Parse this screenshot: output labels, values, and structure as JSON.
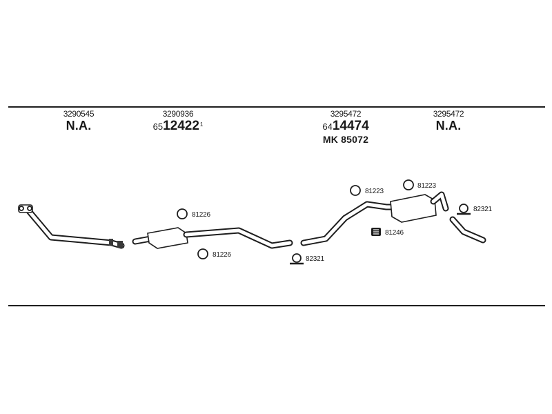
{
  "columns": [
    {
      "id": "c1",
      "number": "3290545",
      "status": "N.A."
    },
    {
      "id": "c2",
      "number": "3290936",
      "code_prefix": "65",
      "code_main": "12422",
      "code_suffix": "1"
    },
    {
      "id": "c3",
      "number": "3295472",
      "code_prefix": "64",
      "code_main": "14474",
      "mk": "MK 85072"
    },
    {
      "id": "c4",
      "number": "3295472",
      "status": "N.A."
    }
  ],
  "parts": {
    "p1": "81226",
    "p2": "81226",
    "p3": "81223",
    "p4": "81223",
    "p5": "82321",
    "p6": "81246",
    "p7": "82321"
  },
  "colors": {
    "line": "#1e1e1e",
    "background": "#ffffff"
  }
}
